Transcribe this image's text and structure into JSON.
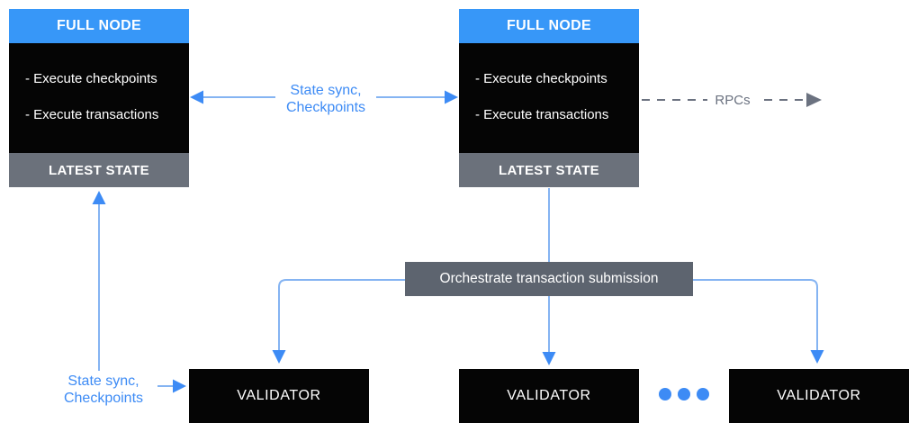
{
  "full_nodes": [
    {
      "header": "FULL NODE",
      "items": [
        "- Execute checkpoints",
        "- Execute transactions"
      ],
      "footer": "LATEST STATE"
    },
    {
      "header": "FULL NODE",
      "items": [
        "- Execute checkpoints",
        "- Execute transactions"
      ],
      "footer": "LATEST STATE"
    }
  ],
  "orchestrator": {
    "label": "Orchestrate transaction submission"
  },
  "validators": [
    {
      "label": "VALIDATOR"
    },
    {
      "label": "VALIDATOR"
    },
    {
      "label": "VALIDATOR"
    }
  ],
  "edge_labels": {
    "top_state_sync": {
      "line1": "State sync,",
      "line2": "Checkpoints"
    },
    "bottom_state_sync": {
      "line1": "State sync,",
      "line2": "Checkpoints"
    },
    "rpcs": "RPCs"
  },
  "ellipsis": {
    "dot_count": 3
  },
  "colors": {
    "node_header_blue": "#3797f8",
    "node_body_black": "#050505",
    "latest_state_gray": "#6b717b",
    "orchestrator_gray": "#5d646f",
    "arrow_blue": "#3d8bf5",
    "line_light_blue": "#85b4f2",
    "rpc_gray": "#6b7280",
    "background": "#ffffff"
  }
}
